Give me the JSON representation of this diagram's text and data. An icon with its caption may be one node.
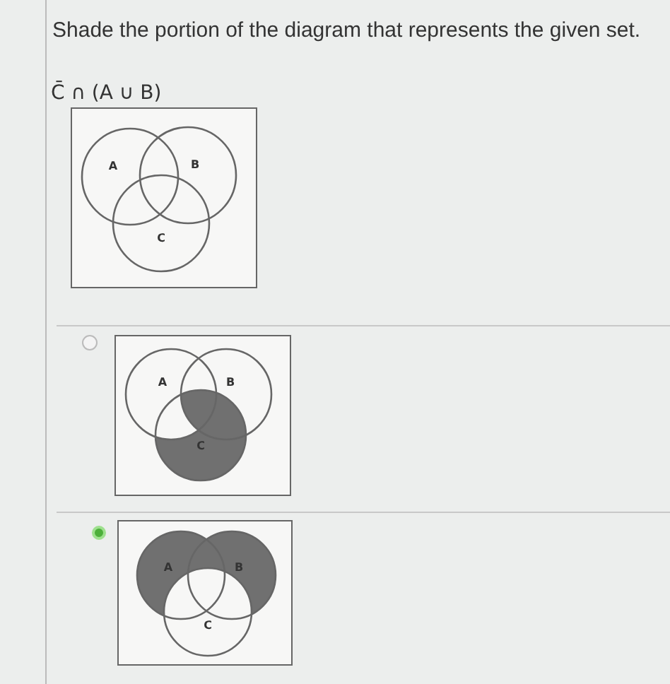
{
  "diagram": {
    "title": "Shade the portion of the diagram that represents the given set.",
    "nodes": [
      {
        "text": [],
        "shape": "box"
      },
      {
        "text": [
          "A"
        ],
        "in": 0
      },
      {
        "text": [
          "B"
        ],
        "in": 0
      },
      {
        "text": [
          "C"
        ],
        "in": 0
      },
      {
        "text": [],
        "shape": "box"
      },
      {
        "text": [
          "A"
        ],
        "in": 4
      },
      {
        "text": [
          "B"
        ],
        "in": 4
      },
      {
        "text": [
          "C"
        ],
        "in": 4
      },
      {
        "text": [],
        "shape": "box"
      },
      {
        "text": [
          "A"
        ],
        "in": 8
      },
      {
        "text": [
          "B"
        ],
        "in": 8
      },
      {
        "text": [
          "C"
        ],
        "in": 8
      }
    ],
    "edges": [],
    "labels": [
      "C̄ ∩ (A ∪ B)"
    ]
  }
}
